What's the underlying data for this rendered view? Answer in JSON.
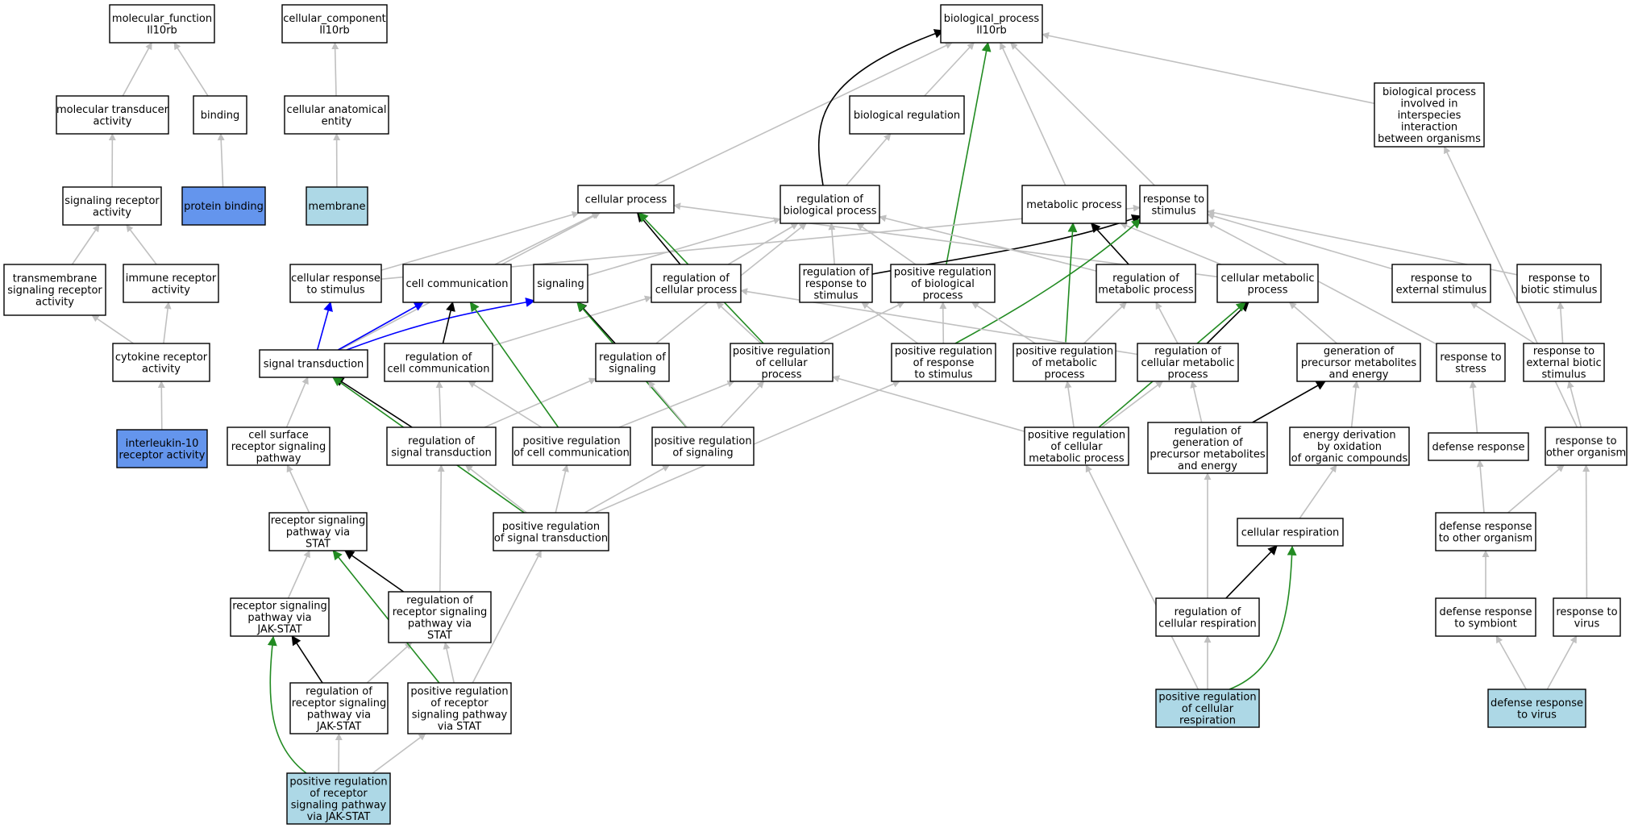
{
  "colors": {
    "white": "#ffffff",
    "light_blue": "#add8e6",
    "blue": "#6495ed",
    "edge_is_a": "#c0c0c0",
    "edge_regulates": "#000000",
    "edge_positively_regulates": "#228b22",
    "edge_part_of": "#0000ff"
  },
  "nodes": {
    "mf": {
      "lines": [
        "molecular_function",
        "Il10rb"
      ],
      "fill": "white"
    },
    "cc": {
      "lines": [
        "cellular_component",
        "Il10rb"
      ],
      "fill": "white"
    },
    "bp": {
      "lines": [
        "biological_process",
        "Il10rb"
      ],
      "fill": "white"
    },
    "mta": {
      "lines": [
        "molecular transducer",
        "activity"
      ],
      "fill": "white"
    },
    "bind": {
      "lines": [
        "binding"
      ],
      "fill": "white"
    },
    "cae": {
      "lines": [
        "cellular anatomical",
        "entity"
      ],
      "fill": "white"
    },
    "breg": {
      "lines": [
        "biological regulation"
      ],
      "fill": "white"
    },
    "bpis": {
      "lines": [
        "biological process",
        "involved in",
        "interspecies",
        "interaction",
        "between organisms"
      ],
      "fill": "white"
    },
    "sra": {
      "lines": [
        "signaling receptor",
        "activity"
      ],
      "fill": "white"
    },
    "pb": {
      "lines": [
        "protein binding"
      ],
      "fill": "blue"
    },
    "mem": {
      "lines": [
        "membrane"
      ],
      "fill": "light_blue"
    },
    "cp": {
      "lines": [
        "cellular process"
      ],
      "fill": "white"
    },
    "rbp": {
      "lines": [
        "regulation of",
        "biological process"
      ],
      "fill": "white"
    },
    "mp": {
      "lines": [
        "metabolic process"
      ],
      "fill": "white"
    },
    "rts": {
      "lines": [
        "response to",
        "stimulus"
      ],
      "fill": "white"
    },
    "tsra": {
      "lines": [
        "transmembrane",
        "signaling receptor",
        "activity"
      ],
      "fill": "white"
    },
    "ira": {
      "lines": [
        "immune receptor",
        "activity"
      ],
      "fill": "white"
    },
    "crs": {
      "lines": [
        "cellular response",
        "to stimulus"
      ],
      "fill": "white"
    },
    "ccom": {
      "lines": [
        "cell communication"
      ],
      "fill": "white"
    },
    "sig": {
      "lines": [
        "signaling"
      ],
      "fill": "white"
    },
    "rcp": {
      "lines": [
        "regulation of",
        "cellular process"
      ],
      "fill": "white"
    },
    "rrs": {
      "lines": [
        "regulation of",
        "response to",
        "stimulus"
      ],
      "fill": "white"
    },
    "prbp": {
      "lines": [
        "positive regulation",
        "of biological",
        "process"
      ],
      "fill": "white"
    },
    "rmp": {
      "lines": [
        "regulation of",
        "metabolic process"
      ],
      "fill": "white"
    },
    "cmp": {
      "lines": [
        "cellular metabolic",
        "process"
      ],
      "fill": "white"
    },
    "res": {
      "lines": [
        "response to",
        "external stimulus"
      ],
      "fill": "white"
    },
    "rbs": {
      "lines": [
        "response to",
        "biotic stimulus"
      ],
      "fill": "white"
    },
    "cra": {
      "lines": [
        "cytokine receptor",
        "activity"
      ],
      "fill": "white"
    },
    "st": {
      "lines": [
        "signal transduction"
      ],
      "fill": "white"
    },
    "rcc": {
      "lines": [
        "regulation of",
        "cell communication"
      ],
      "fill": "white"
    },
    "rsig": {
      "lines": [
        "regulation of",
        "signaling"
      ],
      "fill": "white"
    },
    "prcp": {
      "lines": [
        "positive regulation",
        "of cellular",
        "process"
      ],
      "fill": "white"
    },
    "prrs": {
      "lines": [
        "positive regulation",
        "of response",
        "to stimulus"
      ],
      "fill": "white"
    },
    "prmp": {
      "lines": [
        "positive regulation",
        "of metabolic",
        "process"
      ],
      "fill": "white"
    },
    "rcmp": {
      "lines": [
        "regulation of",
        "cellular metabolic",
        "process"
      ],
      "fill": "white"
    },
    "gpme": {
      "lines": [
        "generation of",
        "precursor metabolites",
        "and energy"
      ],
      "fill": "white"
    },
    "rstr": {
      "lines": [
        "response to",
        "stress"
      ],
      "fill": "white"
    },
    "rebs": {
      "lines": [
        "response to",
        "external biotic",
        "stimulus"
      ],
      "fill": "white"
    },
    "il10": {
      "lines": [
        "interleukin-10",
        "receptor activity"
      ],
      "fill": "blue"
    },
    "csrsp": {
      "lines": [
        "cell surface",
        "receptor signaling",
        "pathway"
      ],
      "fill": "white"
    },
    "rst": {
      "lines": [
        "regulation of",
        "signal transduction"
      ],
      "fill": "white"
    },
    "prcc": {
      "lines": [
        "positive regulation",
        "of cell communication"
      ],
      "fill": "white"
    },
    "prsig": {
      "lines": [
        "positive regulation",
        "of signaling"
      ],
      "fill": "white"
    },
    "prcmp": {
      "lines": [
        "positive regulation",
        "of cellular",
        "metabolic process"
      ],
      "fill": "white"
    },
    "rgpme": {
      "lines": [
        "regulation of",
        "generation of",
        "precursor metabolites",
        "and energy"
      ],
      "fill": "white"
    },
    "edoc": {
      "lines": [
        "energy derivation",
        "by oxidation",
        "of organic compounds"
      ],
      "fill": "white"
    },
    "dr": {
      "lines": [
        "defense response"
      ],
      "fill": "white"
    },
    "rto": {
      "lines": [
        "response to",
        "other organism"
      ],
      "fill": "white"
    },
    "rspst": {
      "lines": [
        "receptor signaling",
        "pathway via",
        "STAT"
      ],
      "fill": "white"
    },
    "prst": {
      "lines": [
        "positive regulation",
        "of signal transduction"
      ],
      "fill": "white"
    },
    "cresp": {
      "lines": [
        "cellular respiration"
      ],
      "fill": "white"
    },
    "droo": {
      "lines": [
        "defense response",
        "to other organism"
      ],
      "fill": "white"
    },
    "rspjs": {
      "lines": [
        "receptor signaling",
        "pathway via",
        "JAK-STAT"
      ],
      "fill": "white"
    },
    "rrspst": {
      "lines": [
        "regulation of",
        "receptor signaling",
        "pathway via",
        "STAT"
      ],
      "fill": "white"
    },
    "rcr": {
      "lines": [
        "regulation of",
        "cellular respiration"
      ],
      "fill": "white"
    },
    "drs": {
      "lines": [
        "defense response",
        "to symbiont"
      ],
      "fill": "white"
    },
    "rtv": {
      "lines": [
        "response to",
        "virus"
      ],
      "fill": "white"
    },
    "rrspjs": {
      "lines": [
        "regulation of",
        "receptor signaling",
        "pathway via",
        "JAK-STAT"
      ],
      "fill": "white"
    },
    "prrspst": {
      "lines": [
        "positive regulation",
        "of receptor",
        "signaling pathway",
        "via STAT"
      ],
      "fill": "white"
    },
    "prcr": {
      "lines": [
        "positive regulation",
        "of cellular",
        "respiration"
      ],
      "fill": "light_blue"
    },
    "drv": {
      "lines": [
        "defense response",
        "to virus"
      ],
      "fill": "light_blue"
    },
    "prrspjs": {
      "lines": [
        "positive regulation",
        "of receptor",
        "signaling pathway",
        "via JAK-STAT"
      ],
      "fill": "light_blue"
    }
  },
  "edges": [
    [
      "mta",
      "mf",
      "is_a"
    ],
    [
      "bind",
      "mf",
      "is_a"
    ],
    [
      "cae",
      "cc",
      "is_a"
    ],
    [
      "sra",
      "mta",
      "is_a"
    ],
    [
      "pb",
      "bind",
      "is_a"
    ],
    [
      "mem",
      "cae",
      "is_a"
    ],
    [
      "tsra",
      "sra",
      "is_a"
    ],
    [
      "ira",
      "sra",
      "is_a"
    ],
    [
      "cra",
      "tsra",
      "is_a"
    ],
    [
      "cra",
      "ira",
      "is_a"
    ],
    [
      "il10",
      "cra",
      "is_a"
    ],
    [
      "breg",
      "bp",
      "is_a"
    ],
    [
      "bpis",
      "bp",
      "is_a"
    ],
    [
      "cp",
      "bp",
      "is_a"
    ],
    [
      "rbp",
      "bp",
      "regulates"
    ],
    [
      "rbp",
      "breg",
      "is_a"
    ],
    [
      "mp",
      "bp",
      "is_a"
    ],
    [
      "rts",
      "bp",
      "is_a"
    ],
    [
      "prbp",
      "bp",
      "positively_regulates"
    ],
    [
      "crs",
      "cp",
      "is_a"
    ],
    [
      "crs",
      "rts",
      "is_a"
    ],
    [
      "ccom",
      "cp",
      "is_a"
    ],
    [
      "sig",
      "rbp",
      "is_a"
    ],
    [
      "rcp",
      "cp",
      "regulates"
    ],
    [
      "rcp",
      "rbp",
      "is_a"
    ],
    [
      "rrs",
      "rbp",
      "is_a"
    ],
    [
      "rrs",
      "rts",
      "regulates"
    ],
    [
      "prbp",
      "rbp",
      "is_a"
    ],
    [
      "rmp",
      "rbp",
      "is_a"
    ],
    [
      "rmp",
      "mp",
      "regulates"
    ],
    [
      "cmp",
      "cp",
      "is_a"
    ],
    [
      "cmp",
      "mp",
      "is_a"
    ],
    [
      "res",
      "rts",
      "is_a"
    ],
    [
      "rbs",
      "rts",
      "is_a"
    ],
    [
      "st",
      "cp",
      "is_a"
    ],
    [
      "st",
      "crs",
      "part_of"
    ],
    [
      "st",
      "ccom",
      "part_of"
    ],
    [
      "st",
      "sig",
      "part_of"
    ],
    [
      "rcc",
      "ccom",
      "regulates"
    ],
    [
      "rcc",
      "rcp",
      "is_a"
    ],
    [
      "rsig",
      "sig",
      "regulates"
    ],
    [
      "rsig",
      "rbp",
      "is_a"
    ],
    [
      "prcp",
      "cp",
      "positively_regulates"
    ],
    [
      "prcp",
      "rcp",
      "is_a"
    ],
    [
      "prcp",
      "prbp",
      "is_a"
    ],
    [
      "prrs",
      "rrs",
      "is_a"
    ],
    [
      "prrs",
      "prbp",
      "is_a"
    ],
    [
      "prrs",
      "rts",
      "positively_regulates"
    ],
    [
      "prmp",
      "rmp",
      "is_a"
    ],
    [
      "prmp",
      "prbp",
      "is_a"
    ],
    [
      "prmp",
      "mp",
      "positively_regulates"
    ],
    [
      "rcmp",
      "rmp",
      "is_a"
    ],
    [
      "rcmp",
      "rcp",
      "is_a"
    ],
    [
      "rcmp",
      "cmp",
      "regulates"
    ],
    [
      "gpme",
      "cmp",
      "is_a"
    ],
    [
      "rstr",
      "rts",
      "is_a"
    ],
    [
      "rebs",
      "res",
      "is_a"
    ],
    [
      "rebs",
      "rbs",
      "is_a"
    ],
    [
      "csrsp",
      "st",
      "is_a"
    ],
    [
      "rst",
      "st",
      "regulates"
    ],
    [
      "rst",
      "rcc",
      "is_a"
    ],
    [
      "rst",
      "rsig",
      "is_a"
    ],
    [
      "prcc",
      "ccom",
      "positively_regulates"
    ],
    [
      "prcc",
      "rcc",
      "is_a"
    ],
    [
      "prcc",
      "prcp",
      "is_a"
    ],
    [
      "prsig",
      "sig",
      "positively_regulates"
    ],
    [
      "prsig",
      "rsig",
      "is_a"
    ],
    [
      "prsig",
      "prcp",
      "is_a"
    ],
    [
      "prcmp",
      "rcmp",
      "is_a"
    ],
    [
      "prcmp",
      "prmp",
      "is_a"
    ],
    [
      "prcmp",
      "cmp",
      "positively_regulates"
    ],
    [
      "prcmp",
      "prcp",
      "is_a"
    ],
    [
      "rgpme",
      "rcmp",
      "is_a"
    ],
    [
      "rgpme",
      "gpme",
      "regulates"
    ],
    [
      "edoc",
      "gpme",
      "is_a"
    ],
    [
      "dr",
      "rstr",
      "is_a"
    ],
    [
      "rto",
      "rebs",
      "is_a"
    ],
    [
      "rto",
      "bpis",
      "is_a"
    ],
    [
      "rspst",
      "csrsp",
      "is_a"
    ],
    [
      "prst",
      "st",
      "positively_regulates"
    ],
    [
      "prst",
      "rst",
      "is_a"
    ],
    [
      "prst",
      "prcc",
      "is_a"
    ],
    [
      "prst",
      "prsig",
      "is_a"
    ],
    [
      "prst",
      "prrs",
      "is_a"
    ],
    [
      "cresp",
      "edoc",
      "is_a"
    ],
    [
      "droo",
      "dr",
      "is_a"
    ],
    [
      "droo",
      "rto",
      "is_a"
    ],
    [
      "rspjs",
      "rspst",
      "is_a"
    ],
    [
      "rrspst",
      "rspst",
      "regulates"
    ],
    [
      "rrspst",
      "rst",
      "is_a"
    ],
    [
      "rcr",
      "rgpme",
      "is_a"
    ],
    [
      "rcr",
      "cresp",
      "regulates"
    ],
    [
      "drs",
      "droo",
      "is_a"
    ],
    [
      "rtv",
      "rto",
      "is_a"
    ],
    [
      "rrspjs",
      "rspjs",
      "regulates"
    ],
    [
      "rrspjs",
      "rrspst",
      "is_a"
    ],
    [
      "prrspst",
      "rspst",
      "positively_regulates"
    ],
    [
      "prrspst",
      "rrspst",
      "is_a"
    ],
    [
      "prrspst",
      "prst",
      "is_a"
    ],
    [
      "prcr",
      "prcmp",
      "is_a"
    ],
    [
      "prcr",
      "rcr",
      "is_a"
    ],
    [
      "prcr",
      "cresp",
      "positively_regulates"
    ],
    [
      "drv",
      "drs",
      "is_a"
    ],
    [
      "drv",
      "rtv",
      "is_a"
    ],
    [
      "prrspjs",
      "rspjs",
      "positively_regulates"
    ],
    [
      "prrspjs",
      "rrspjs",
      "is_a"
    ],
    [
      "prrspjs",
      "prrspst",
      "is_a"
    ]
  ]
}
